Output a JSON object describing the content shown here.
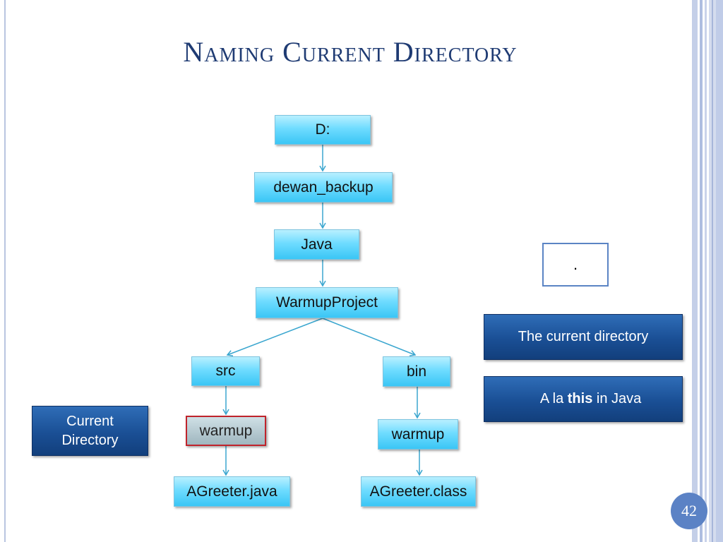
{
  "title": "Naming Current Directory",
  "tree": {
    "root": "D:",
    "level1": "dewan_backup",
    "level2": "Java",
    "level3": "WarmupProject",
    "src": "src",
    "bin": "bin",
    "src_child": "warmup",
    "bin_child": "warmup",
    "src_file": "AGreeter.java",
    "bin_file": "AGreeter.class"
  },
  "current_directory_label": "Current Directory",
  "dot_symbol": ".",
  "explanations": {
    "line1": "The current directory",
    "line2_prefix": "A la ",
    "line2_bold": "this",
    "line2_suffix": " in Java"
  },
  "page_number": "42",
  "colors": {
    "title": "#1f3b73",
    "node_fill": "#6fdcff",
    "connector": "#3aa6cf",
    "highlight_border": "#c0232b",
    "dark_box": "#1a4f95"
  }
}
